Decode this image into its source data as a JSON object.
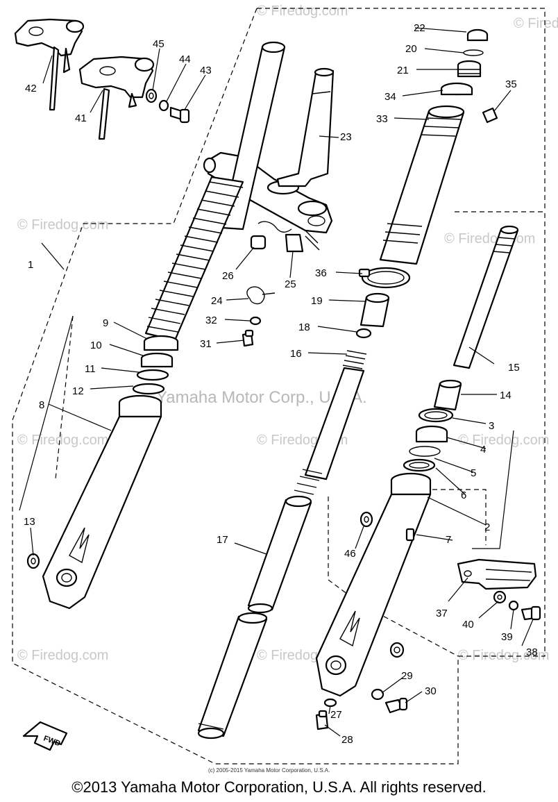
{
  "watermarks": {
    "site": "© Firedog.com",
    "center": "Yamaha Motor Corp., U.S.A."
  },
  "fwd_label": "FWD",
  "small_credit": "(c) 2005-2015 Yamaha Motor Corporation, U.S.A.",
  "copyright": "©2013 Yamaha Motor Corporation, U.S.A. All rights reserved.",
  "labels": {
    "p1": "1",
    "p2": "2",
    "p3": "3",
    "p4": "4",
    "p5": "5",
    "p6": "6",
    "p7": "7",
    "p8": "8",
    "p9": "9",
    "p10": "10",
    "p11": "11",
    "p12": "12",
    "p13": "13",
    "p14": "14",
    "p15": "15",
    "p16": "16",
    "p17": "17",
    "p18": "18",
    "p19": "19",
    "p20": "20",
    "p21": "21",
    "p22": "22",
    "p23": "23",
    "p24": "24",
    "p25": "25",
    "p26": "26",
    "p27": "27",
    "p28": "28",
    "p29": "29",
    "p30": "30",
    "p31": "31",
    "p32": "32",
    "p33": "33",
    "p34": "34",
    "p35": "35",
    "p36": "36",
    "p37": "37",
    "p38": "38",
    "p39": "39",
    "p40": "40",
    "p41": "41",
    "p42": "42",
    "p43": "43",
    "p44": "44",
    "p45": "45",
    "p46": "46"
  }
}
